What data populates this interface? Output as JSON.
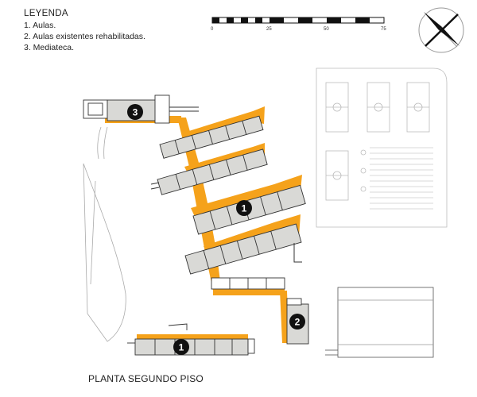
{
  "legend": {
    "title": "LEYENDA",
    "items": [
      "1. Aulas.",
      "2. Aulas existentes rehabilitadas.",
      "3. Mediateca."
    ]
  },
  "scale_bar": {
    "ticks": [
      "0",
      "25",
      "50",
      "75"
    ]
  },
  "plan_title": "PLANTA SEGUNDO PISO",
  "markers": [
    "1",
    "1",
    "2",
    "3"
  ],
  "colors": {
    "corridor": "#F5A21B",
    "room_fill": "#D9D9D6",
    "outline": "#333333",
    "context": "#BBBBBB",
    "badge": "#111111"
  },
  "icons": [
    "north-arrow-icon"
  ]
}
